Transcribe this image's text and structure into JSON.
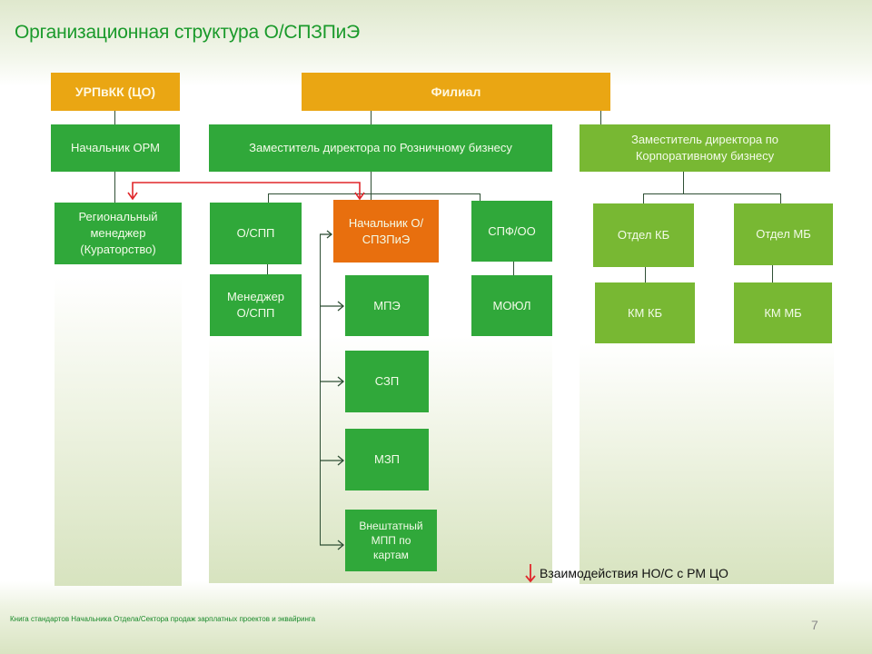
{
  "slide": {
    "title": "Организационная структура О/СПЗПиЭ",
    "footer": "Книга стандартов  Начальника Отдела/Сектора  продаж зарплатных проектов и эквайринга",
    "page_number": "7"
  },
  "colors": {
    "gold": "#eaa613",
    "green": "#30a83a",
    "light_green": "#78b833",
    "orange": "#e86f0e",
    "red_arrow": "#e0262a",
    "title_green": "#1a9a2b"
  },
  "chart": {
    "top_level": {
      "urpvkk": "УРПвКК (ЦО)",
      "filial": "Филиал"
    },
    "second_level": {
      "nachalnik_orm": "Начальник ОРМ",
      "zam_retail": "Заместитель директора по Розничному бизнесу",
      "zam_corporate": "Заместитель директора по Корпоративному бизнесу"
    },
    "left_branch": {
      "regional_manager": "Региональный менеджер (Кураторство)"
    },
    "retail_branch": {
      "ospp": "О/СПП",
      "manager_ospp": "Менеджер О/СПП",
      "head_ospzpie": "Начальник О/ СПЗПиЭ",
      "mpe": "МПЭ",
      "szp": "СЗП",
      "mzp": "МЗП",
      "freelance_mpp": "Внештатный МПП по картам",
      "spf_oo": "СПФ/ОО",
      "moyul": "МОЮЛ"
    },
    "corporate_branch": {
      "otdel_kb": "Отдел КБ",
      "otdel_mb": "Отдел МБ",
      "km_kb": "КМ КБ",
      "km_mb": "КМ МБ"
    }
  },
  "legend": {
    "icon": "red-down-arrow-icon",
    "label": "Взаимодействия НО/С с РМ ЦО"
  }
}
